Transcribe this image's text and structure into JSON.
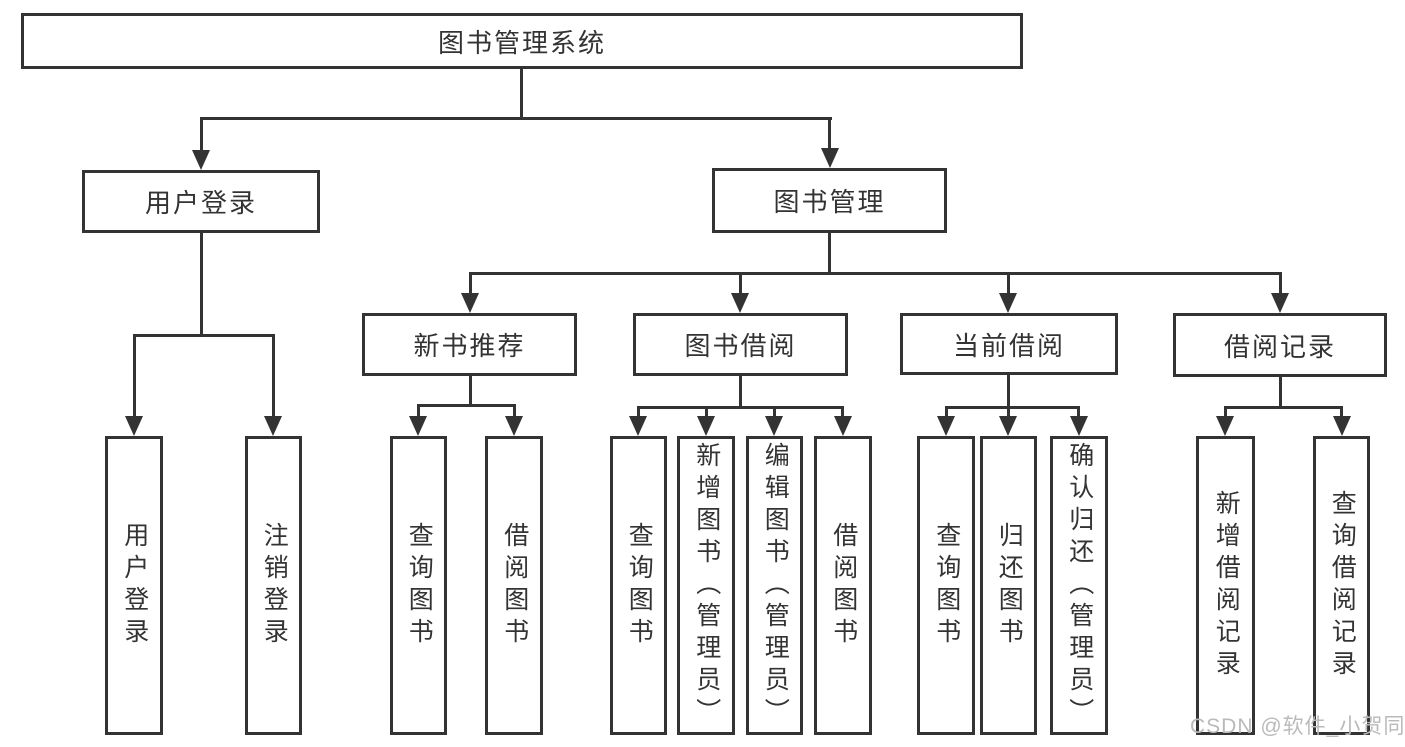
{
  "root": {
    "label": "图书管理系统"
  },
  "level2": [
    {
      "id": "user-login",
      "label": "用户登录"
    },
    {
      "id": "book-management",
      "label": "图书管理"
    }
  ],
  "level3": [
    {
      "id": "new-book-recommend",
      "label": "新书推荐"
    },
    {
      "id": "book-borrowing",
      "label": "图书借阅"
    },
    {
      "id": "current-borrowing",
      "label": "当前借阅"
    },
    {
      "id": "borrowing-records",
      "label": "借阅记录"
    }
  ],
  "leaves": [
    {
      "id": "user-login-leaf",
      "label": "用户登录"
    },
    {
      "id": "logout",
      "label": "注销登录"
    },
    {
      "id": "query-books-recommend",
      "label": "查询图书"
    },
    {
      "id": "borrow-books-recommend",
      "label": "借阅图书"
    },
    {
      "id": "query-books-borrowing",
      "label": "查询图书"
    },
    {
      "id": "add-books-admin",
      "label": "新增图书（管理员）"
    },
    {
      "id": "edit-books-admin",
      "label": "编辑图书（管理员）"
    },
    {
      "id": "borrow-books-borrowing",
      "label": "借阅图书"
    },
    {
      "id": "query-books-current",
      "label": "查询图书"
    },
    {
      "id": "return-books",
      "label": "归还图书"
    },
    {
      "id": "confirm-return-admin",
      "label": "确认归还（管理员）"
    },
    {
      "id": "add-borrow-record",
      "label": "新增借阅记录"
    },
    {
      "id": "query-borrow-record",
      "label": "查询借阅记录"
    }
  ],
  "watermark": {
    "text": "CSDN @软件_小贺同学"
  },
  "colors": {
    "line": "#333333",
    "text": "#333333",
    "watermark": "#bababa",
    "background": "#ffffff"
  }
}
